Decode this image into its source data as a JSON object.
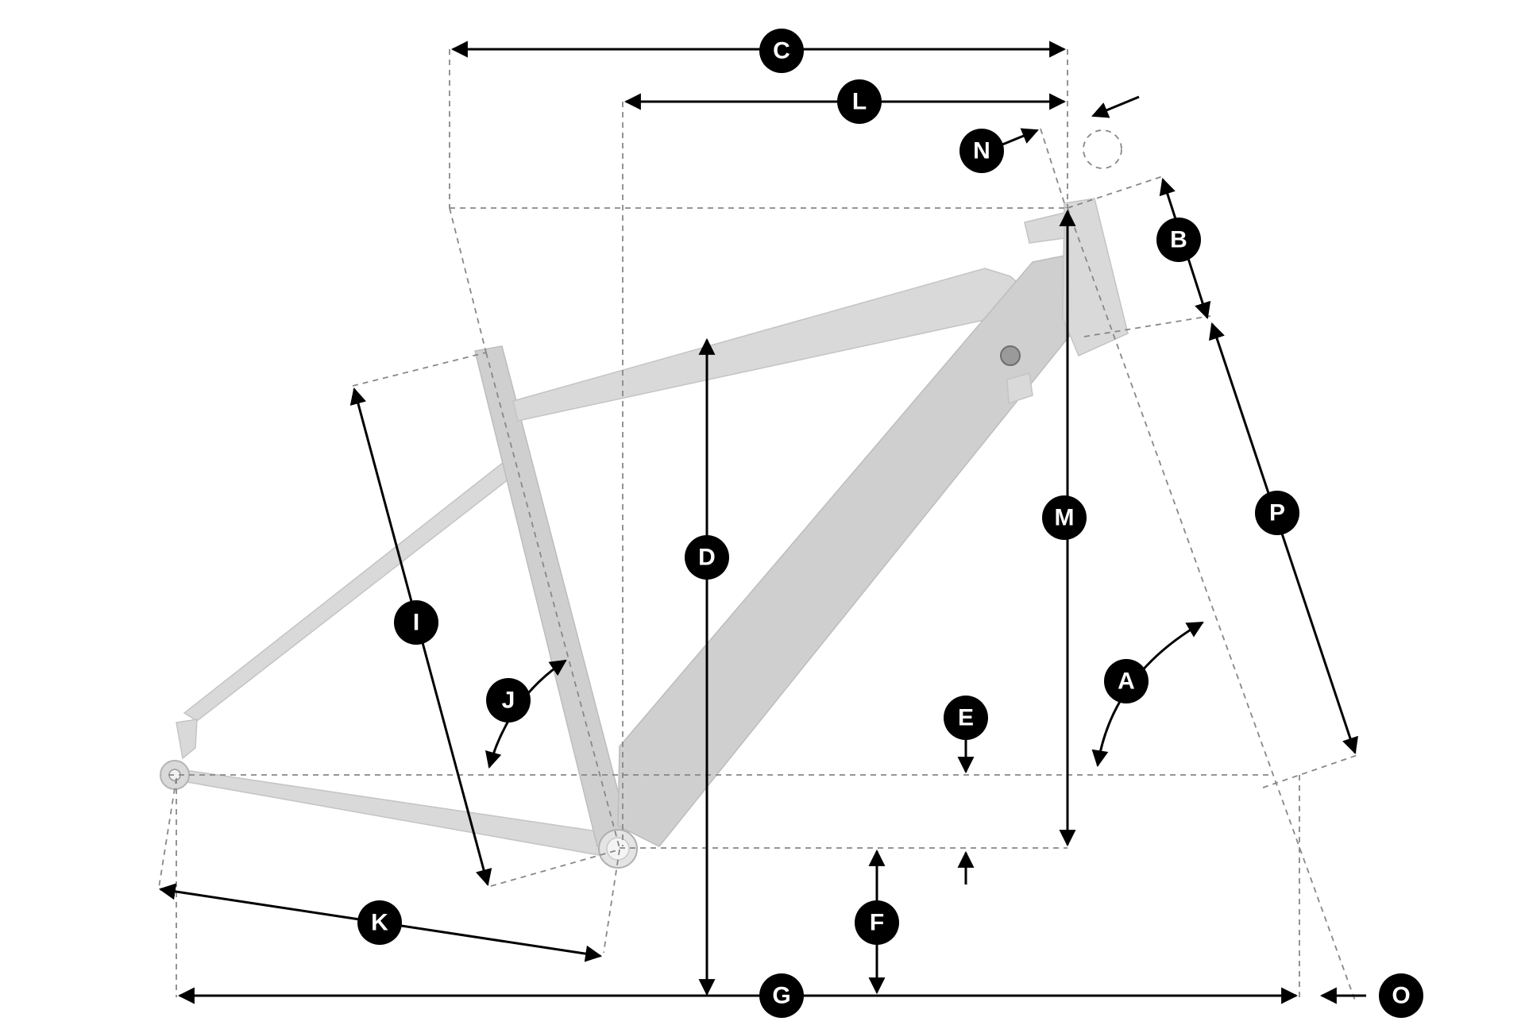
{
  "labels": {
    "A": "A",
    "B": "B",
    "C": "C",
    "D": "D",
    "E": "E",
    "F": "F",
    "G": "G",
    "I": "I",
    "J": "J",
    "K": "K",
    "L": "L",
    "M": "M",
    "N": "N",
    "O": "O",
    "P": "P"
  },
  "colors": {
    "frame": "#d9d9d9",
    "dimension_line": "#000000",
    "guide_line": "#888888",
    "badge": "#000000",
    "badge_text": "#ffffff"
  }
}
